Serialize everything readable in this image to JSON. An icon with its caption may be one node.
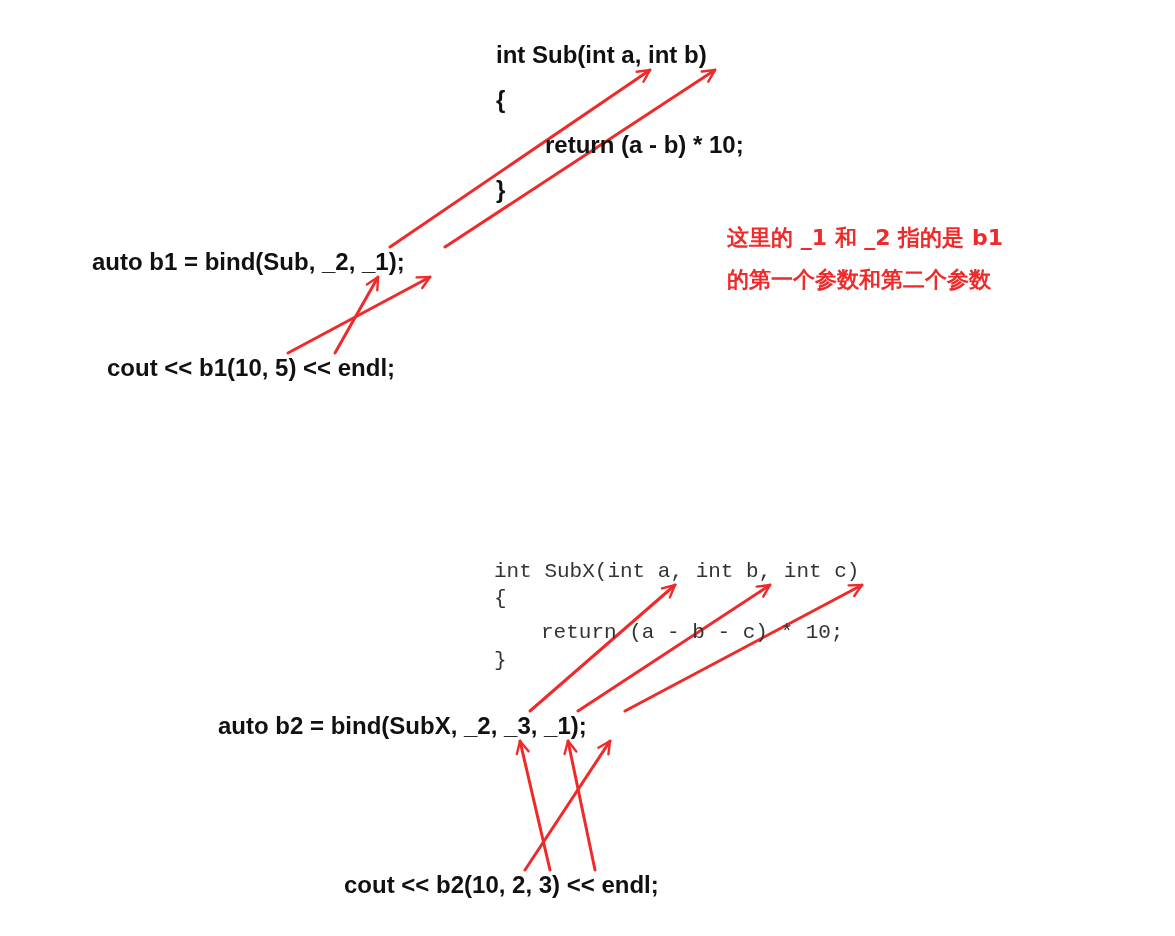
{
  "diagram": {
    "nodes": [
      {
        "text": [
          "int Sub(int a, int b)"
        ]
      },
      {
        "text": [
          "auto b1 = bind(Sub, _2, _1);"
        ]
      },
      {
        "text": [
          "cout << b1(10, 5) << endl;"
        ]
      },
      {
        "text": [
          "int SubX(int a, int b, int c)"
        ]
      },
      {
        "text": [
          "auto b2 = bind(SubX, _2, _3, _1);"
        ]
      },
      {
        "text": [
          "cout << b2(10, 2, 3) << endl;"
        ]
      }
    ],
    "edges": [
      {
        "from": 1,
        "to": 0,
        "arrow": "to"
      },
      {
        "from": 1,
        "to": 0,
        "arrow": "to"
      },
      {
        "from": 2,
        "to": 1,
        "arrow": "to"
      },
      {
        "from": 2,
        "to": 1,
        "arrow": "to"
      },
      {
        "from": 4,
        "to": 3,
        "arrow": "to"
      },
      {
        "from": 4,
        "to": 3,
        "arrow": "to"
      },
      {
        "from": 4,
        "to": 3,
        "arrow": "to"
      },
      {
        "from": 5,
        "to": 4,
        "arrow": "to"
      },
      {
        "from": 5,
        "to": 4,
        "arrow": "to"
      },
      {
        "from": 5,
        "to": 4,
        "arrow": "to"
      }
    ],
    "labels": [
      "{",
      "return (a - b) * 10;",
      "}",
      "这里的 _1 和 _2 指的是 b1的第一个参数和第二个参数",
      "{",
      "return (a - b - c) * 10;",
      "}"
    ]
  }
}
